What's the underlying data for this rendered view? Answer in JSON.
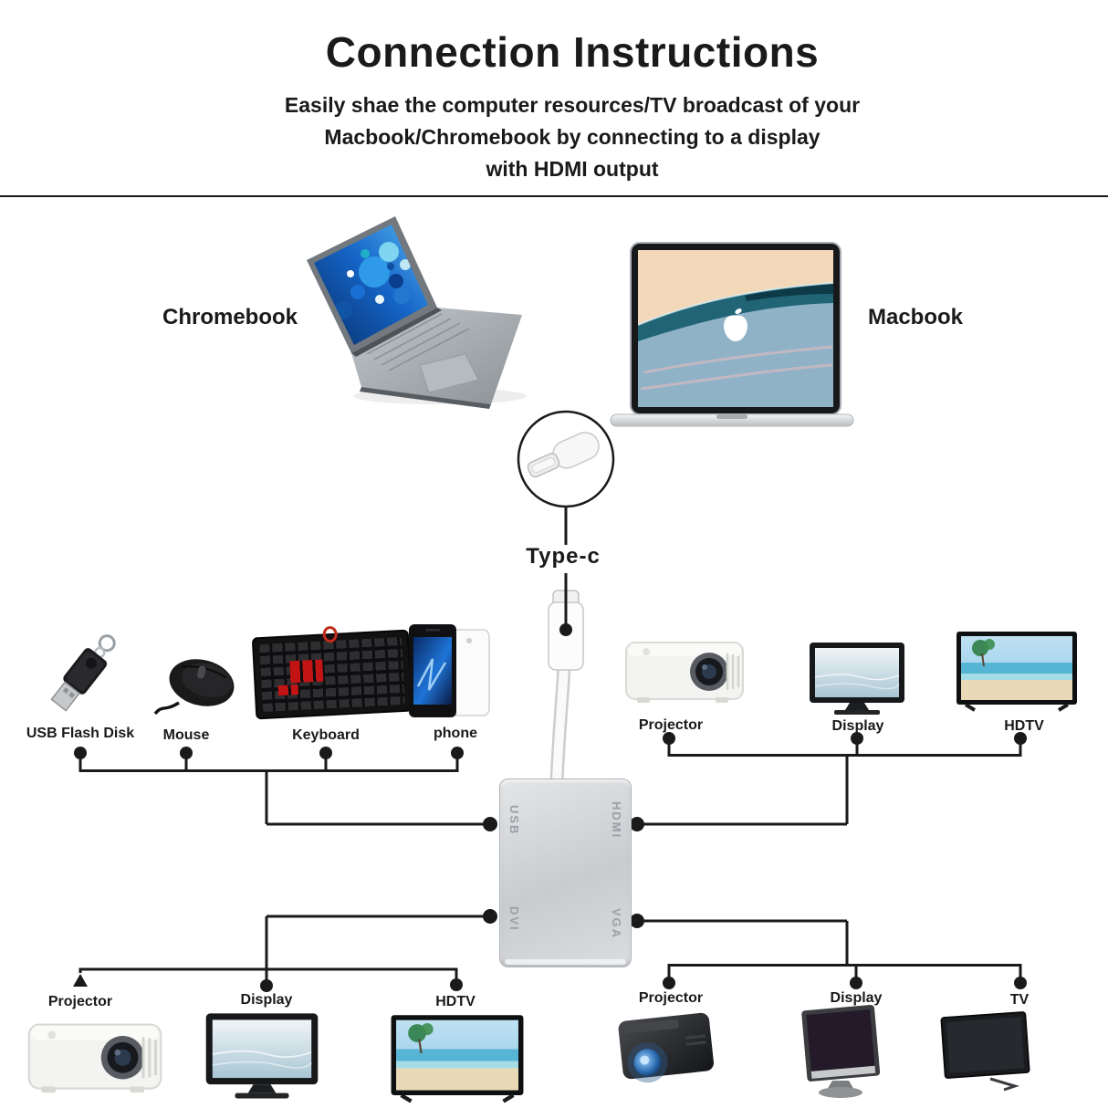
{
  "header": {
    "title": "Connection Instructions",
    "subtitle_line1": "Easily shae the computer resources/TV broadcast of your",
    "subtitle_line2": "Macbook/Chromebook by connecting to a display",
    "subtitle_line3": "with HDMI output"
  },
  "laptops": {
    "chromebook": "Chromebook",
    "macbook": "Macbook"
  },
  "connector": {
    "label": "Type-c"
  },
  "hub": {
    "ports": {
      "usb": "USB",
      "hdmi": "HDMI",
      "dvi": "DVI",
      "vga": "VGA"
    }
  },
  "devices": {
    "top_left": {
      "flash": "USB Flash Disk",
      "mouse": "Mouse",
      "keyboard": "Keyboard",
      "phone": "phone"
    },
    "top_right": {
      "projector": "Projector",
      "display": "Display",
      "hdtv": "HDTV"
    },
    "bottom_left": {
      "projector": "Projector",
      "display": "Display",
      "hdtv": "HDTV"
    },
    "bottom_right": {
      "projector": "Projector",
      "display": "Display",
      "tv": "TV"
    }
  },
  "colors": {
    "line": "#1a1a1a",
    "hub_silver": "#d3d6d8",
    "port_text": "#9aa0a6"
  }
}
